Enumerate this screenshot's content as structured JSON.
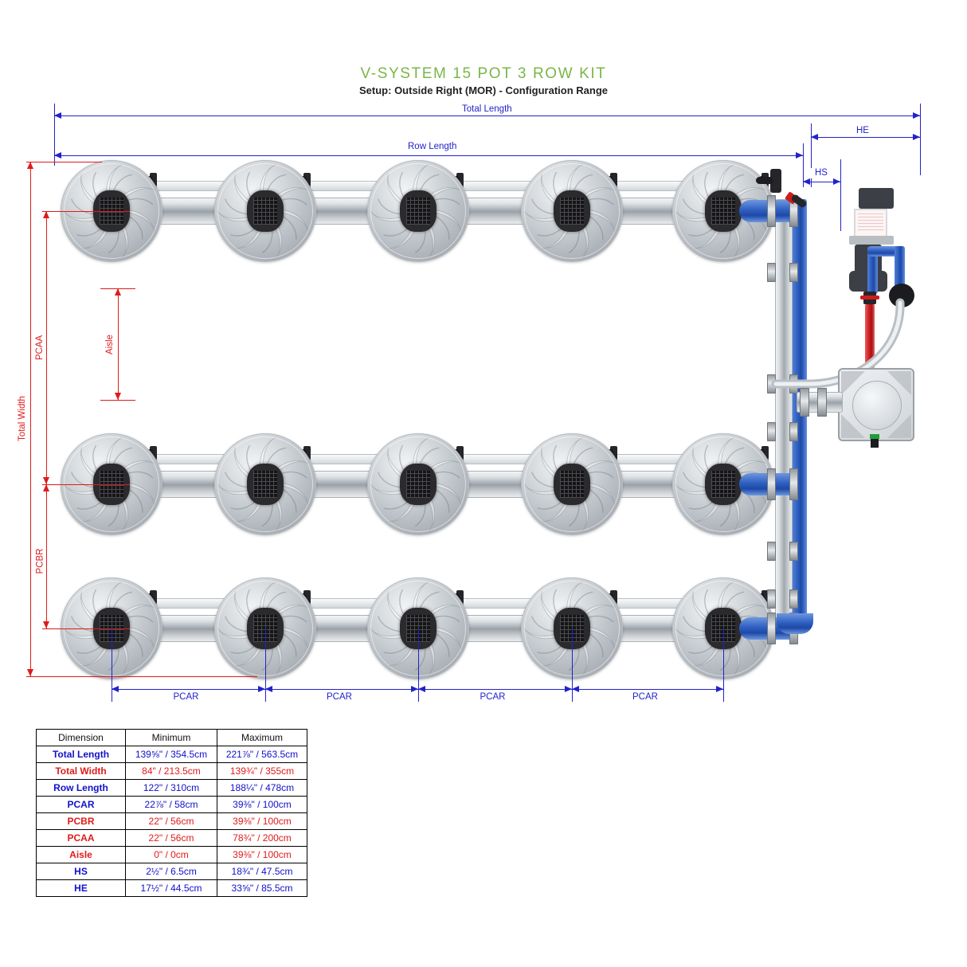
{
  "header": {
    "title": "V-SYSTEM 15 POT 3 ROW KIT",
    "subtitle": "Setup: Outside Right (MOR) - Configuration Range",
    "title_color": "#7ab648"
  },
  "diagram": {
    "labels": {
      "total_length": "Total Length",
      "row_length": "Row Length",
      "total_width": "Total Width",
      "aisle": "Aisle",
      "pcaa": "PCAA",
      "pcbr": "PCBR",
      "pcar": "PCAR",
      "hs": "HS",
      "he": "HE"
    },
    "pcar_segments": [
      "PCAR",
      "PCAR",
      "PCAR",
      "PCAR"
    ],
    "rows": 3,
    "pots_per_row": 5,
    "total_pots": 15,
    "colors": {
      "blue": "#2222cc",
      "red": "#e01b1b",
      "green": "#7ab648"
    }
  },
  "table": {
    "headers": [
      "Dimension",
      "Minimum",
      "Maximum"
    ],
    "rows": [
      {
        "dimension": "Total Length",
        "color": "blue",
        "minimum": "139⅝\" / 354.5cm",
        "maximum": "221⅞\" / 563.5cm"
      },
      {
        "dimension": "Total Width",
        "color": "red",
        "minimum": "84\" / 213.5cm",
        "maximum": "139¾\" / 355cm"
      },
      {
        "dimension": "Row Length",
        "color": "blue",
        "minimum": "122\" / 310cm",
        "maximum": "188¼\" / 478cm"
      },
      {
        "dimension": "PCAR",
        "color": "blue",
        "minimum": "22⅞\" / 58cm",
        "maximum": "39⅜\" / 100cm"
      },
      {
        "dimension": "PCBR",
        "color": "red",
        "minimum": "22\" / 56cm",
        "maximum": "39⅜\" / 100cm"
      },
      {
        "dimension": "PCAA",
        "color": "red",
        "minimum": "22\" / 56cm",
        "maximum": "78¾\" / 200cm"
      },
      {
        "dimension": "Aisle",
        "color": "red",
        "minimum": "0\" / 0cm",
        "maximum": "39⅜\" / 100cm"
      },
      {
        "dimension": "HS",
        "color": "blue",
        "minimum": "2½\" / 6.5cm",
        "maximum": "18¾\" / 47.5cm"
      },
      {
        "dimension": "HE",
        "color": "blue",
        "minimum": "17½\" / 44.5cm",
        "maximum": "33⅝\" / 85.5cm"
      }
    ]
  }
}
